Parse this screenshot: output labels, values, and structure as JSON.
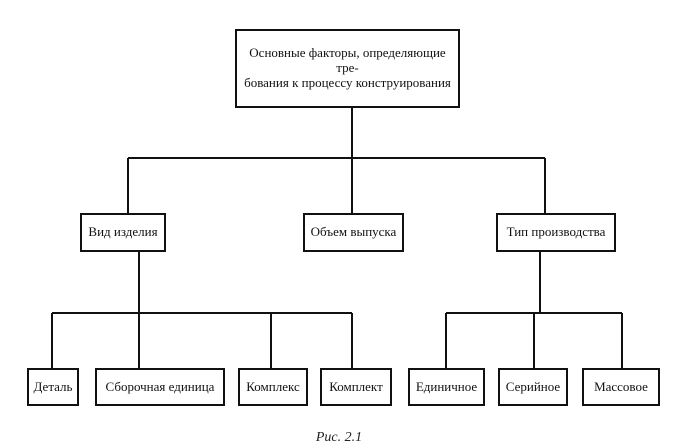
{
  "diagram": {
    "root": {
      "line1": "Основные факторы, определяющие тре-",
      "line2": "бования к процессу конструирования"
    },
    "level1": {
      "product_type": "Вид изделия",
      "output_volume": "Объем выпуска",
      "production_type": "Тип производства"
    },
    "product_type_children": {
      "part": "Деталь",
      "assembly": "Сборочная единица",
      "complex": "Комплекс",
      "kit": "Комплект"
    },
    "production_type_children": {
      "single": "Единичное",
      "serial": "Серийное",
      "mass": "Массовое"
    }
  },
  "caption": "Рис. 2.1"
}
